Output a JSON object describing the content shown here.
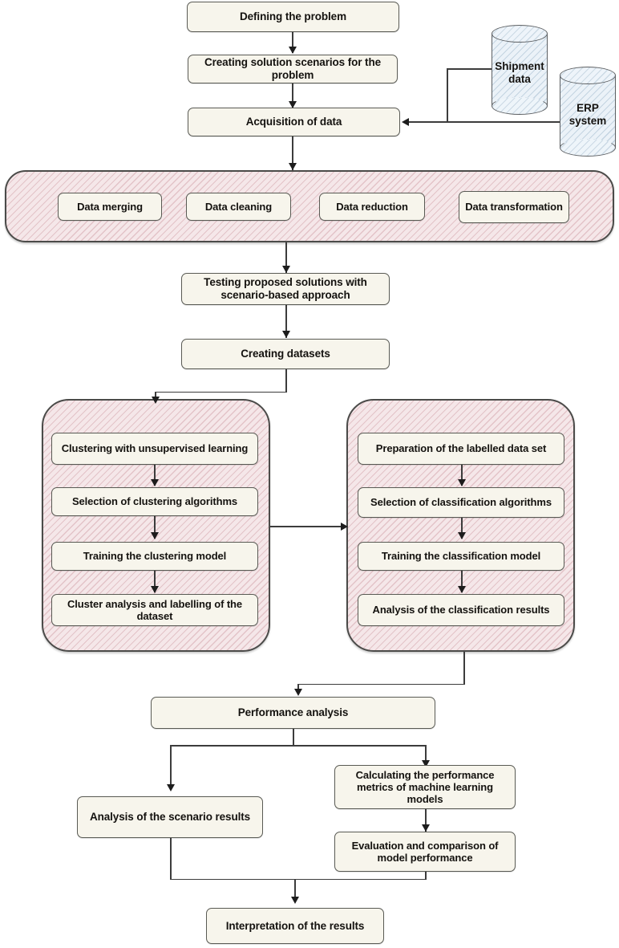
{
  "diagram": {
    "title": "Machine learning research methodology flowchart",
    "colors": {
      "box_fill": "#f7f5ec",
      "box_border": "#595a54",
      "panel_fill": "#f3e4e6",
      "panel_hatch": "#d6a8af",
      "panel_border": "#4b4b49",
      "cylinder_fill": "#eaf1f7",
      "cylinder_hatch": "#96b2c8",
      "connector": "#3c3c3c",
      "text": "#14120f"
    },
    "nodes": {
      "defining_problem": "Defining the problem",
      "creating_scenarios": "Creating solution scenarios for the problem",
      "acquisition": "Acquisition of data",
      "testing_solutions": "Testing proposed solutions with scenario-based approach",
      "creating_datasets": "Creating datasets",
      "performance_analysis": "Performance analysis",
      "scenario_results": "Analysis of the scenario results",
      "calculating_metrics": "Calculating the performance metrics of machine learning models",
      "evaluation_comparison": "Evaluation and comparison of model performance",
      "interpretation": "Interpretation of the results"
    },
    "datastores": [
      {
        "id": "shipment",
        "label": "Shipment data"
      },
      {
        "id": "erp",
        "label": "ERP system"
      }
    ],
    "preprocessing": {
      "steps": [
        "Data merging",
        "Data cleaning",
        "Data reduction",
        "Data transformation"
      ]
    },
    "clustering_panel": {
      "steps": [
        "Clustering with unsupervised learning",
        "Selection of clustering algorithms",
        "Training the clustering model",
        "Cluster analysis and labelling of the dataset"
      ]
    },
    "classification_panel": {
      "steps": [
        "Preparation of the labelled data set",
        "Selection of classification algorithms",
        "Training the classification model",
        "Analysis of the classification results"
      ]
    }
  }
}
